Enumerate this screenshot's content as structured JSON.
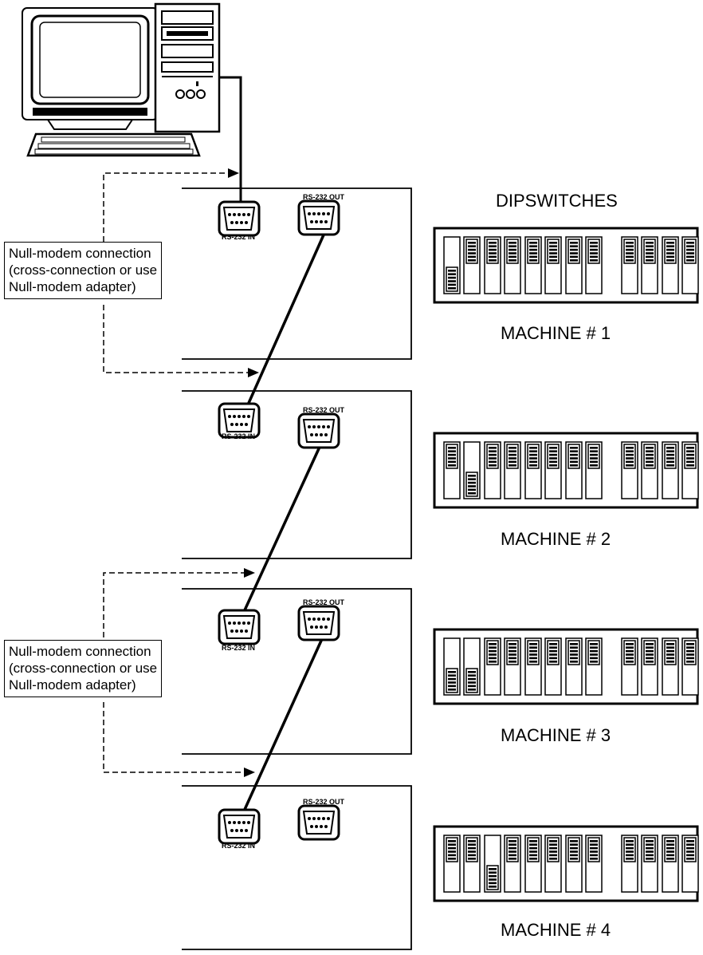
{
  "dipswitch_heading": "DIPSWITCHES",
  "null_modem_note": {
    "lines": [
      "Null-modem connection",
      "(cross-connection or use",
      "Null-modem adapter)"
    ]
  },
  "port_labels": {
    "in": "RS-232 IN",
    "out": "RS-232 OUT"
  },
  "machines": [
    {
      "label": "MACHINE # 1",
      "switches_up": [
        false,
        true,
        true,
        true,
        true,
        true,
        true,
        true,
        true,
        true,
        true,
        true
      ]
    },
    {
      "label": "MACHINE # 2",
      "switches_up": [
        true,
        false,
        true,
        true,
        true,
        true,
        true,
        true,
        true,
        true,
        true,
        true
      ]
    },
    {
      "label": "MACHINE # 3",
      "switches_up": [
        false,
        false,
        true,
        true,
        true,
        true,
        true,
        true,
        true,
        true,
        true,
        true
      ]
    },
    {
      "label": "MACHINE # 4",
      "switches_up": [
        true,
        true,
        false,
        true,
        true,
        true,
        true,
        true,
        true,
        true,
        true,
        true
      ]
    }
  ]
}
